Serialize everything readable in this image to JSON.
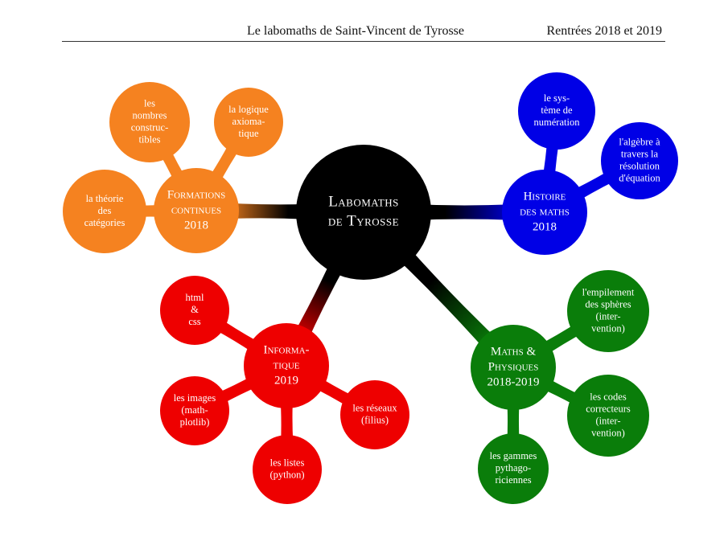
{
  "header": {
    "left": "Le labomaths de Saint-Vincent de Tyrosse",
    "right": "Rentrées 2018 et 2019"
  },
  "colors": {
    "center": "#000000",
    "formations": "#f58220",
    "histoire": "#0000e6",
    "informatique": "#ee0000",
    "maths_physiques": "#0a7d0a",
    "text": "#ffffff"
  },
  "center": {
    "lines": [
      "Labomaths",
      "de Tyrosse"
    ]
  },
  "branches": {
    "formations": {
      "lines": [
        "Formations",
        "continues",
        "2018"
      ],
      "leaves": {
        "nombres": [
          "les",
          "nombres",
          "construc-",
          "tibles"
        ],
        "logique": [
          "la logique",
          "axioma-",
          "tique"
        ],
        "categories": [
          "la théorie",
          "des",
          "catégories"
        ]
      }
    },
    "histoire": {
      "lines": [
        "Histoire",
        "des maths",
        "2018"
      ],
      "leaves": {
        "numeration": [
          "le sys-",
          "tème de",
          "numération"
        ],
        "algebre": [
          "l'algèbre à",
          "travers la",
          "résolution",
          "d'équation"
        ]
      }
    },
    "informatique": {
      "lines": [
        "Informa-",
        "tique",
        "2019"
      ],
      "leaves": {
        "html": [
          "html",
          "&",
          "css"
        ],
        "images": [
          "les images",
          "(math-",
          "plotlib)"
        ],
        "listes": [
          "les listes",
          "(python)"
        ],
        "reseaux": [
          "les réseaux",
          "(filius)"
        ]
      }
    },
    "maths_physiques": {
      "lines": [
        "Maths &",
        "Physiques",
        "2018-2019"
      ],
      "leaves": {
        "empilement": [
          "l'empilement",
          "des sphères",
          "(inter-",
          "vention)"
        ],
        "codes": [
          "les codes",
          "correcteurs",
          "(inter-",
          "vention)"
        ],
        "gammes": [
          "les gammes",
          "pythago-",
          "riciennes"
        ]
      }
    }
  }
}
